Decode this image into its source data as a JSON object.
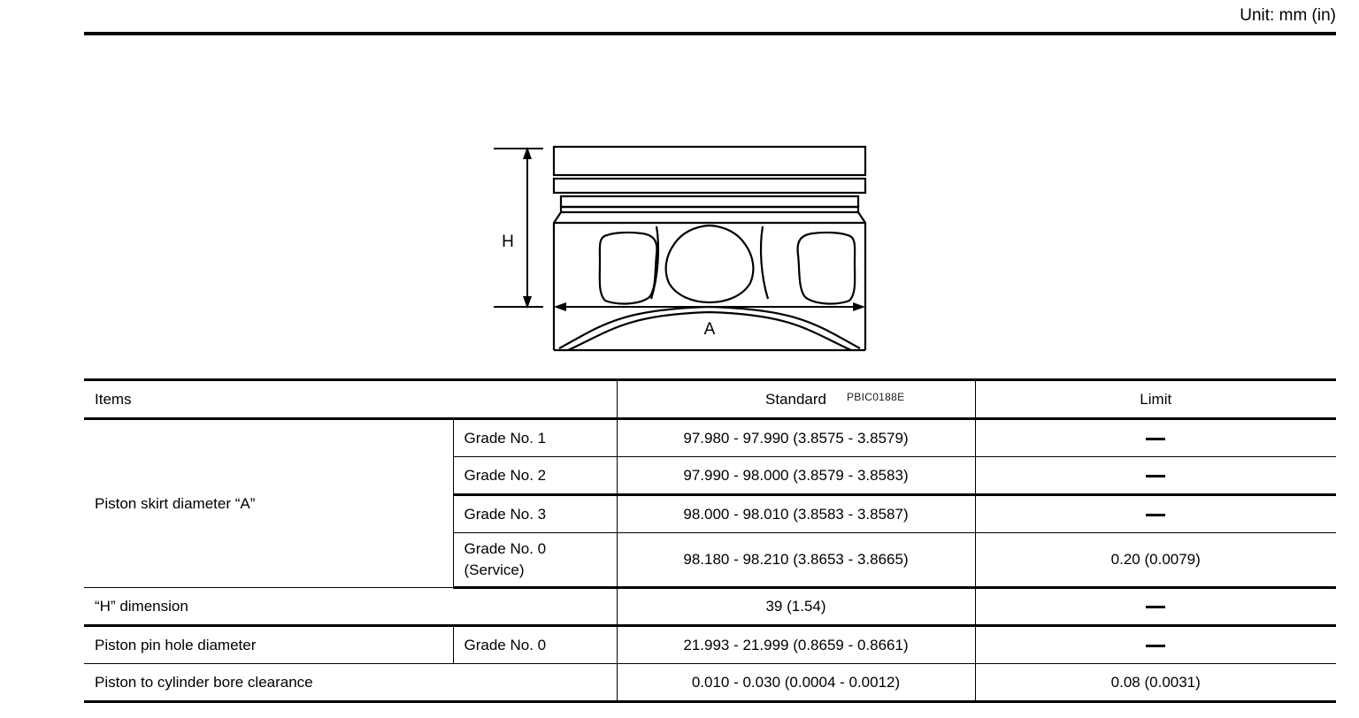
{
  "unit_note": "Unit: mm (in)",
  "figure": {
    "caption": "PBIC0188E",
    "dimension_labels": {
      "height": "H",
      "diameter": "A"
    },
    "subject": "piston-cross-section"
  },
  "table": {
    "headers": {
      "items": "Items",
      "grade": "",
      "standard": "Standard",
      "limit": "Limit"
    },
    "rows": [
      {
        "item": "Piston skirt diameter “A”",
        "grade": "Grade No. 1",
        "standard": "97.980 - 97.990 (3.8575 - 3.8579)",
        "limit": "—"
      },
      {
        "item": "",
        "grade": "Grade No. 2",
        "standard": "97.990 - 98.000 (3.8579 - 3.8583)",
        "limit": "—"
      },
      {
        "item": "",
        "grade": "Grade No. 3",
        "standard": "98.000 - 98.010 (3.8583 - 3.8587)",
        "limit": "—"
      },
      {
        "item": "",
        "grade_line1": "Grade No. 0",
        "grade_line2": "(Service)",
        "standard": "98.180 - 98.210 (3.8653 - 3.8665)",
        "limit": "0.20 (0.0079)"
      },
      {
        "item": "“H” dimension",
        "grade": "",
        "standard": "39 (1.54)",
        "limit": "—"
      },
      {
        "item": "Piston pin hole diameter",
        "grade": "Grade No. 0",
        "standard": "21.993 - 21.999 (0.8659 - 0.8661)",
        "limit": "—"
      },
      {
        "item": "Piston to cylinder bore clearance",
        "grade": "",
        "standard": "0.010 - 0.030 (0.0004 - 0.0012)",
        "limit": "0.08 (0.0031)"
      }
    ]
  }
}
